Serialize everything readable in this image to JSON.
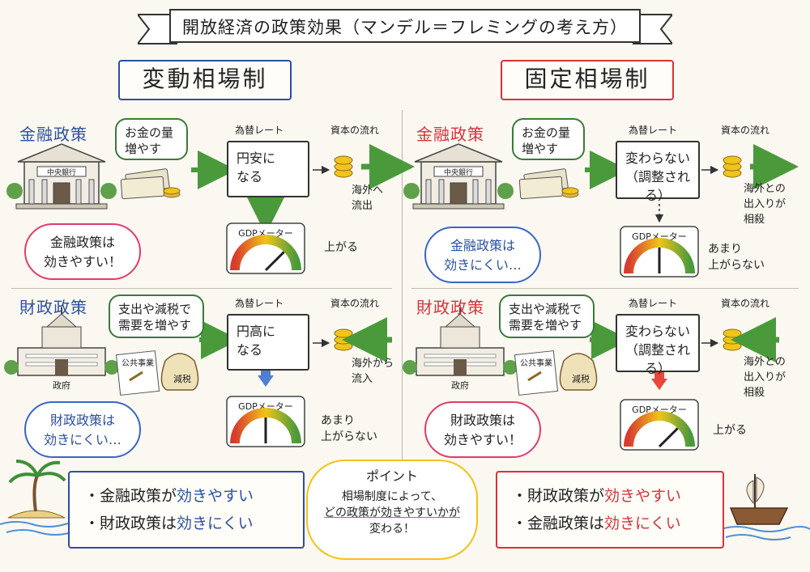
{
  "title": "開放経済の政策効果（マンデル＝フレミングの考え方）",
  "regimes": {
    "floating": "変動相場制",
    "fixed": "固定相場制"
  },
  "policies": {
    "monetary": "金融政策",
    "fiscal": "財政政策"
  },
  "buildings": {
    "central_bank_sign": "中央銀行",
    "government_caption": "政府"
  },
  "actions": {
    "monetary_line1": "お金の量",
    "monetary_line2": "増やす",
    "fiscal_line1": "支出や減税で",
    "fiscal_line2": "需要を増やす"
  },
  "props": {
    "public_works": "公共事業",
    "tax_cut": "減税"
  },
  "columns": {
    "exchange_rate": "為替レート",
    "capital_flow": "資本の流れ"
  },
  "gauge_label": "GDPメーター",
  "floating": {
    "monetary": {
      "rate_line1": "円安に",
      "rate_line2": "なる",
      "capital_line1": "海外へ",
      "capital_line2": "流出",
      "result": "上がる",
      "cloud_line1": "金融政策は",
      "cloud_line2": "効きやすい！"
    },
    "fiscal": {
      "rate_line1": "円高に",
      "rate_line2": "なる",
      "capital_line1": "海外から",
      "capital_line2": "流入",
      "result_line1": "あまり",
      "result_line2": "上がらない",
      "cloud_line1": "財政政策は",
      "cloud_line2": "効きにくい…"
    }
  },
  "fixed": {
    "monetary": {
      "rate_line1": "変わらない",
      "rate_line2": "（調整される）",
      "capital_line1": "海外との",
      "capital_line2": "出入りが",
      "capital_line3": "相殺",
      "result_line1": "あまり",
      "result_line2": "上がらない",
      "cloud_line1": "金融政策は",
      "cloud_line2": "効きにくい…"
    },
    "fiscal": {
      "rate_line1": "変わらない",
      "rate_line2": "（調整される）",
      "capital_line1": "海外との",
      "capital_line2": "出入りが",
      "capital_line3": "相殺",
      "result": "上がる",
      "cloud_line1": "財政政策は",
      "cloud_line2": "効きやすい！"
    }
  },
  "summary": {
    "floating": {
      "bullet": "・",
      "line1_subject": "金融政策が",
      "line1_effect": "効きやすい",
      "line2_subject": "財政政策は",
      "line2_effect": "効きにくい"
    },
    "fixed": {
      "bullet": "・",
      "line1_subject": "財政政策が",
      "line1_effect": "効きやすい",
      "line2_subject": "金融政策は",
      "line2_effect": "効きにくい"
    }
  },
  "point": {
    "title": "ポイント",
    "line1": "相場制度によって、",
    "line2": "どの政策が効きやすいかが",
    "line3": "変わる！"
  },
  "gauges": {
    "floating_monetary": 0.75,
    "floating_fiscal": 0.5,
    "fixed_monetary": 0.5,
    "fixed_fiscal": 0.75
  },
  "colors": {
    "floating": "#2b4fa3",
    "fixed": "#d8323a",
    "arrow_green": "#4a9a3c",
    "point_yellow": "#f0c419"
  }
}
